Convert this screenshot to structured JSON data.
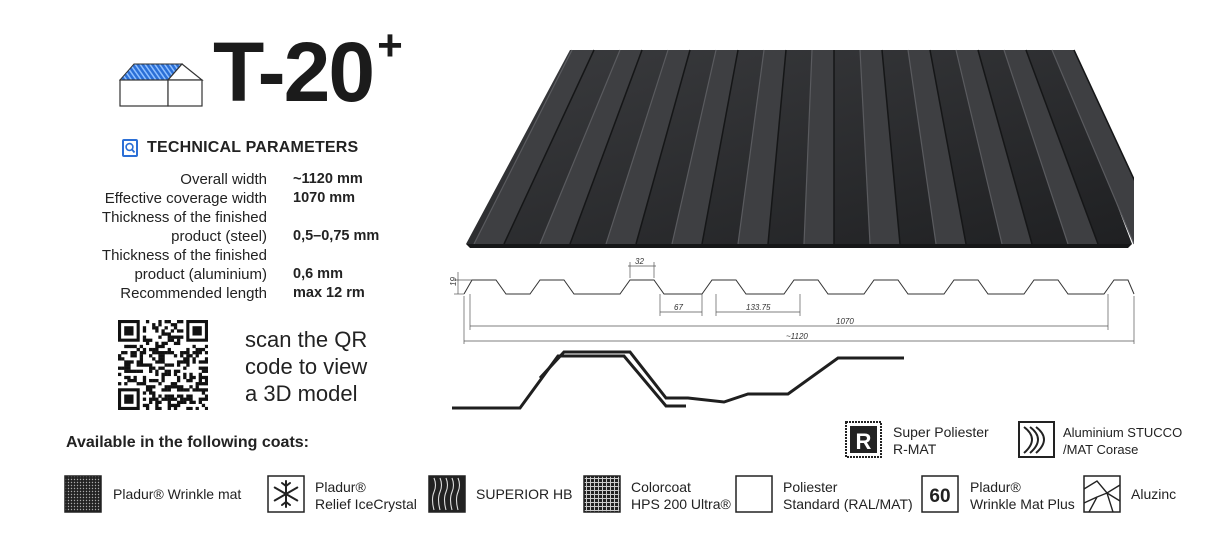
{
  "product": {
    "name": "T-20",
    "superscript": "+"
  },
  "technical": {
    "heading": "TECHNICAL PARAMETERS",
    "params": [
      {
        "label_lines": [
          "Overall width"
        ],
        "value": "~1120 mm"
      },
      {
        "label_lines": [
          "Effective coverage width"
        ],
        "value": "1070 mm"
      },
      {
        "label_lines": [
          "Thickness of the finished",
          "product (steel)"
        ],
        "value": "0,5–0,75 mm"
      },
      {
        "label_lines": [
          "Thickness of the finished",
          "product (aluminium)"
        ],
        "value": "0,6 mm"
      },
      {
        "label_lines": [
          "Recommended length"
        ],
        "value": "max 12 rm"
      }
    ]
  },
  "qr": {
    "lines": [
      "scan the QR",
      "code to view",
      "a 3D model"
    ]
  },
  "profile_dims": {
    "height": "19",
    "crest": "32",
    "pan": "67",
    "pitch": "133.75",
    "effective": "1070",
    "overall": "~1120"
  },
  "coats": {
    "heading": "Available in the following coats:",
    "icon_label_r": "R",
    "icon_label_60": "60",
    "top_row": [
      {
        "lines": [
          "Super Poliester",
          "R-MAT"
        ],
        "icon": "r-mat-icon"
      },
      {
        "lines": [
          "Aluminium STUCCO",
          "/MAT Corase"
        ],
        "icon": "stucco-icon"
      }
    ],
    "bottom_row": [
      {
        "lines": [
          "Pladur® Wrinkle mat"
        ],
        "icon": "wrinkle-mat-icon"
      },
      {
        "lines": [
          "Pladur®",
          "Relief IceCrystal"
        ],
        "icon": "snowflake-icon"
      },
      {
        "lines": [
          "SUPERIOR HB"
        ],
        "icon": "superior-hb-icon"
      },
      {
        "lines": [
          "Colorcoat",
          "HPS 200 Ultra®"
        ],
        "icon": "colorcoat-icon"
      },
      {
        "lines": [
          "Poliester",
          "Standard (RAL/MAT)"
        ],
        "icon": "poliester-icon"
      },
      {
        "lines": [
          "Pladur®",
          "Wrinkle Mat Plus"
        ],
        "icon": "wrinkle-mat-plus-icon"
      },
      {
        "lines": [
          "Aluzinc"
        ],
        "icon": "aluzinc-icon"
      }
    ]
  },
  "colors": {
    "sheet": "#2e2f31",
    "accent_blue": "#2b6fd6",
    "text": "#222222"
  }
}
